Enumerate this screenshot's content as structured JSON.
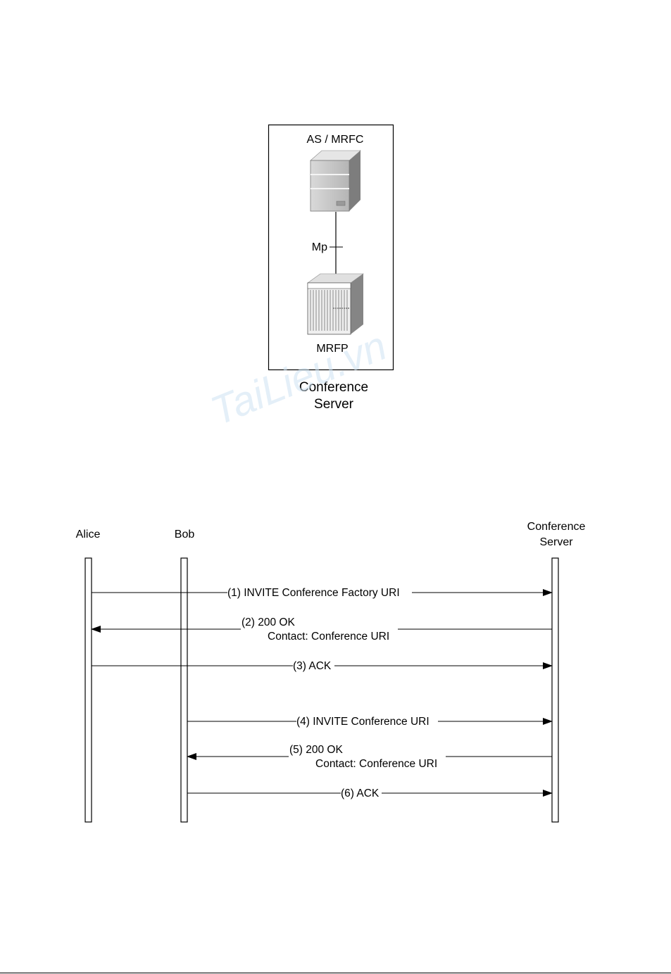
{
  "architecture": {
    "as_mrfc_label": "AS / MRFC",
    "interface_label": "Mp",
    "mrfp_label": "MRFP",
    "caption_line1": "Conference",
    "caption_line2": "Server"
  },
  "watermark": "TaiLieu.vn",
  "sequence": {
    "participants": [
      {
        "id": "alice",
        "line1": "Alice",
        "line2": ""
      },
      {
        "id": "bob",
        "line1": "Bob",
        "line2": ""
      },
      {
        "id": "server",
        "line1": "Conference",
        "line2": "Server"
      }
    ],
    "messages": [
      {
        "from": "alice",
        "to": "server",
        "line1": "(1) INVITE Conference Factory URI",
        "line2": ""
      },
      {
        "from": "server",
        "to": "alice",
        "line1": "(2) 200 OK",
        "line2": "Contact: Conference URI"
      },
      {
        "from": "alice",
        "to": "server",
        "line1": "(3) ACK",
        "line2": ""
      },
      {
        "from": "bob",
        "to": "server",
        "line1": "(4) INVITE Conference URI",
        "line2": ""
      },
      {
        "from": "server",
        "to": "bob",
        "line1": "(5) 200 OK",
        "line2": "Contact: Conference URI"
      },
      {
        "from": "bob",
        "to": "server",
        "line1": "(6) ACK",
        "line2": ""
      }
    ]
  },
  "colors": {
    "server_body": "#c8c8c8",
    "server_side": "#8c8c8c",
    "watermark": "#cfe3f3"
  }
}
